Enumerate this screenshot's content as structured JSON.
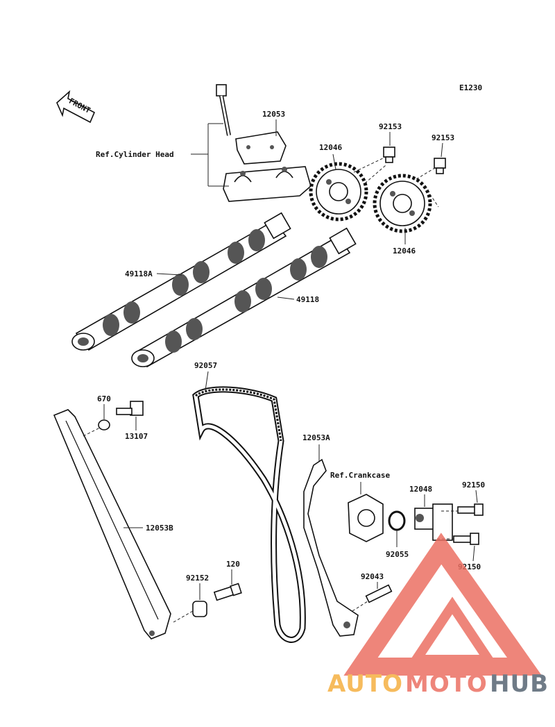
{
  "diagram_code": "E1230",
  "front_label": "FRONT",
  "refs": {
    "cylinder_head": "Ref.Cylinder Head",
    "crankcase": "Ref.Crankcase"
  },
  "parts": {
    "p12053": "12053",
    "p92153a": "92153",
    "p92153b": "92153",
    "p12046a": "12046",
    "p12046b": "12046",
    "p49118A": "49118A",
    "p49118": "49118",
    "p92057": "92057",
    "p670": "670",
    "p13107": "13107",
    "p12053A": "12053A",
    "p12048": "12048",
    "p92150a": "92150",
    "p92150b": "92150",
    "p92055": "92055",
    "p12053B": "12053B",
    "p120": "120",
    "p92152": "92152",
    "p92043": "92043"
  },
  "watermark": {
    "part1": "AUTO",
    "part2": "MOTO",
    "part3": "HUB",
    "color_orange": "#f5b041",
    "color_red": "#ec7063",
    "color_grey": "#566573"
  }
}
